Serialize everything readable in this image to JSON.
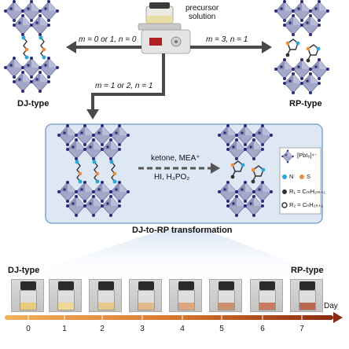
{
  "top": {
    "device_label_line1": "precursor",
    "device_label_line2": "solution",
    "left_condition": "m = 0 or 1, n = 0",
    "right_condition": "m = 3, n = 1",
    "down_condition": "m = 1 or 2, n = 1",
    "left_type": "DJ-type",
    "right_type": "RP-type"
  },
  "panel": {
    "reagent_top": "ketone, MEA⁺",
    "reagent_bottom": "HI, H₃PO₂",
    "title": "DJ-to-RP transformation",
    "legend": {
      "octahedron": "[PbI₆]⁴⁻",
      "n": "N",
      "s": "S",
      "r1": "R₁ = CₘH₂ₘ₊₁",
      "r2": "R₂ = CₙH₂ₙ₊₁"
    },
    "colors": {
      "panel_bg": "#dde8f4",
      "panel_border": "#7ea5cf",
      "octahedron": "#a3a8c9",
      "iodide": "#2d2a7a",
      "nitrogen": "#2aa7d6",
      "sulfur": "#e8913f"
    }
  },
  "timeline": {
    "start_label": "DJ-type",
    "end_label": "RP-type",
    "axis_label": "Day",
    "days": [
      "0",
      "1",
      "2",
      "3",
      "4",
      "5",
      "6",
      "7"
    ]
  }
}
